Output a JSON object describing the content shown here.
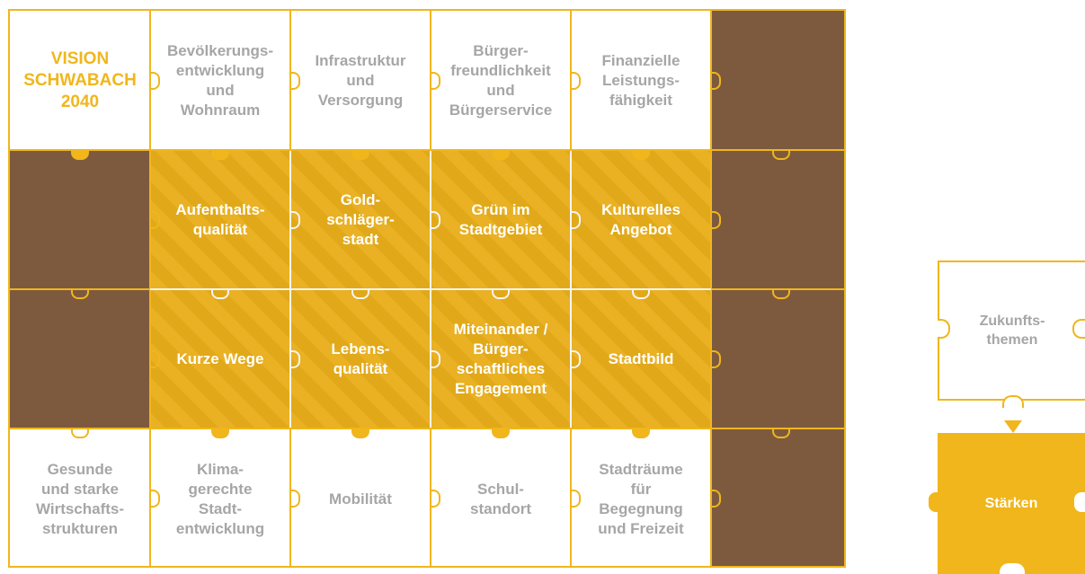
{
  "grid": {
    "rows": [
      [
        {
          "label": "VISION\nSCHWABACH\n2040",
          "style": "title"
        },
        {
          "label": "Bevölkerungs-\nentwicklung\nund\nWohnraum",
          "style": "white"
        },
        {
          "label": "Infrastruktur\nund\nVersorgung",
          "style": "white"
        },
        {
          "label": "Bürger-\nfreundlichkeit\nund\nBürgerservice",
          "style": "white"
        },
        {
          "label": "Finanzielle\nLeistungs-\nfähigkeit",
          "style": "white"
        },
        {
          "label": "",
          "style": "photo"
        }
      ],
      [
        {
          "label": "",
          "style": "photo"
        },
        {
          "label": "Aufenthalts-\nqualität",
          "style": "yellow"
        },
        {
          "label": "Gold-\nschläger-\nstadt",
          "style": "yellow"
        },
        {
          "label": "Grün im\nStadtgebiet",
          "style": "yellow"
        },
        {
          "label": "Kulturelles\nAngebot",
          "style": "yellow"
        },
        {
          "label": "",
          "style": "photo"
        }
      ],
      [
        {
          "label": "",
          "style": "photo"
        },
        {
          "label": "Kurze Wege",
          "style": "yellow"
        },
        {
          "label": "Lebens-\nqualität",
          "style": "yellow"
        },
        {
          "label": "Miteinander /\nBürger-\nschaftliches\nEngagement",
          "style": "yellow"
        },
        {
          "label": "Stadtbild",
          "style": "yellow"
        },
        {
          "label": "",
          "style": "photo"
        }
      ],
      [
        {
          "label": "Gesunde\nund starke\nWirtschafts-\nstrukturen",
          "style": "white"
        },
        {
          "label": "Klima-\ngerechte\nStadt-\nentwicklung",
          "style": "white"
        },
        {
          "label": "Mobilität",
          "style": "white"
        },
        {
          "label": "Schul-\nstandort",
          "style": "white"
        },
        {
          "label": "Stadträume\nfür\nBegegnung\nund Freizeit",
          "style": "white"
        },
        {
          "label": "",
          "style": "photo"
        }
      ]
    ]
  },
  "legend": {
    "future_label": "Zukunfts-\nthemen",
    "strength_label": "Stärken"
  },
  "colors": {
    "accent": "#f0b61c",
    "muted_text": "#a6a6a6"
  }
}
